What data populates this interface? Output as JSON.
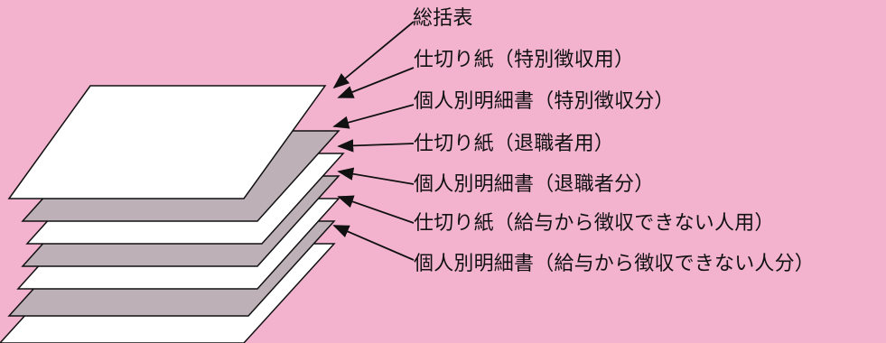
{
  "labels": [
    "総括表",
    "仕切り紙（特別徴収用）",
    "個人別明細書（特別徴収分）",
    "仕切り紙（退職者用）",
    "個人別明細書（退職者分）",
    "仕切り紙（給与から徴収できない人用）",
    "個人別明細書（給与から徴収できない人分）"
  ],
  "colors": {
    "background": "#f3b3cf",
    "sheet_white": "#ffffff",
    "sheet_gray": "#bdb0b6",
    "line": "#111111"
  }
}
